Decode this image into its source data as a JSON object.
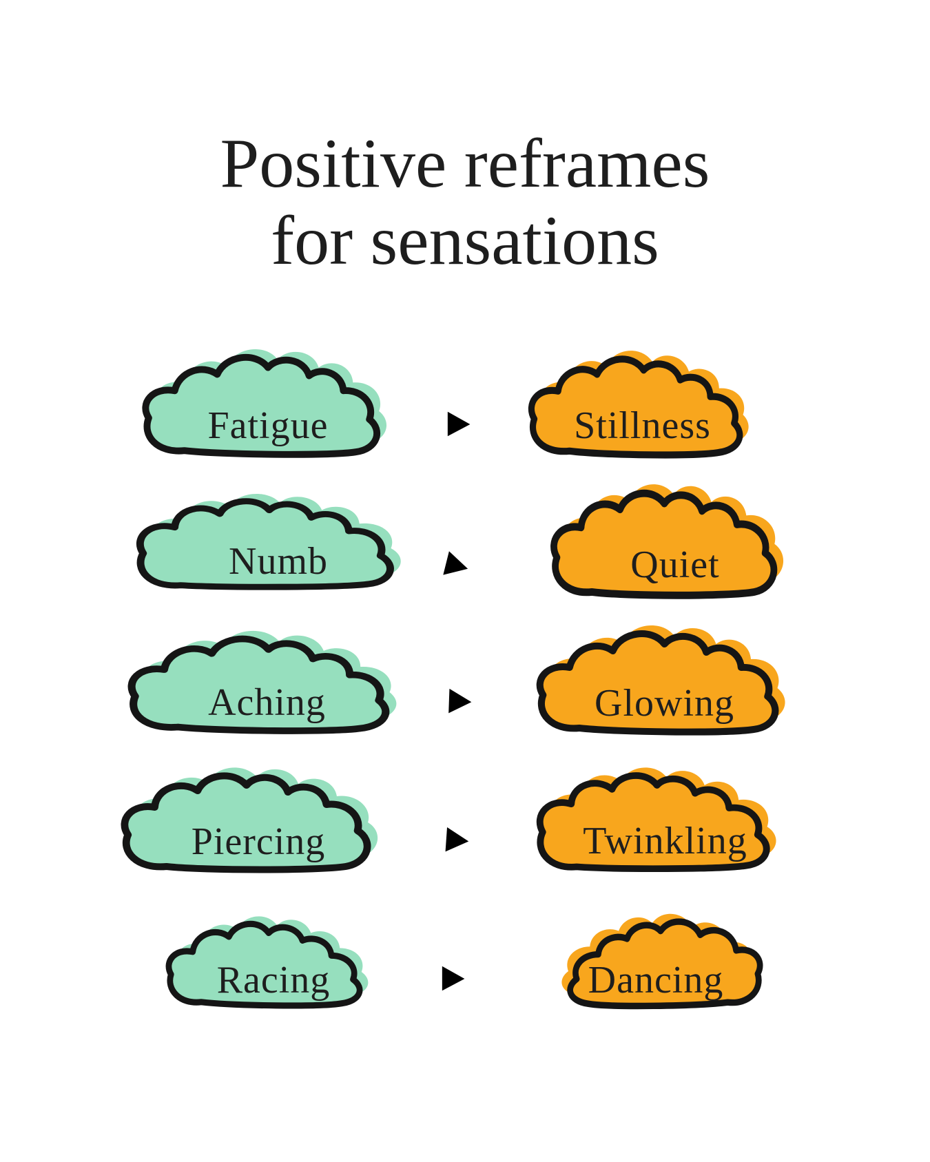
{
  "title": {
    "line1": "Positive reframes",
    "line2": "for sensations"
  },
  "rows": [
    {
      "from": "Fatigue",
      "to": "Stillness"
    },
    {
      "from": "Numb",
      "to": "Quiet"
    },
    {
      "from": "Aching",
      "to": "Glowing"
    },
    {
      "from": "Piercing",
      "to": "Twinkling"
    },
    {
      "from": "Racing",
      "to": "Dancing"
    }
  ],
  "icons": {
    "arrow": "right-arrow-icon"
  },
  "colors": {
    "cloud-green": "#96DFBE",
    "cloud-orange": "#F8A61D",
    "arrow": "#F3764B",
    "outline": "#151515",
    "text": "#1E1E1E",
    "background": "#FFFFFF"
  }
}
